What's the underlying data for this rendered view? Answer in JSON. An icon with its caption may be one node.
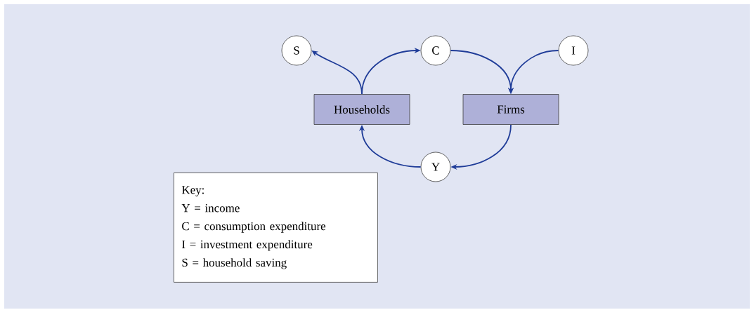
{
  "diagram": {
    "nodes": [
      {
        "text": [
          "S"
        ]
      },
      {
        "text": [
          "C"
        ]
      },
      {
        "text": [
          "I"
        ]
      },
      {
        "text": [
          "Households"
        ]
      },
      {
        "text": [
          "Firms"
        ]
      },
      {
        "text": [
          "Y"
        ]
      },
      {
        "text": [
          "Key:",
          "Y = income",
          "C = consumption expenditure",
          "I = investment expenditure",
          "S = household saving"
        ]
      }
    ],
    "edges": [
      {
        "from": 3,
        "to": 0,
        "arrow": "to"
      },
      {
        "from": 3,
        "to": 1,
        "arrow": "to"
      },
      {
        "from": 1,
        "to": 4,
        "arrow": "to"
      },
      {
        "from": 2,
        "to": 4,
        "arrow": "to"
      },
      {
        "from": 4,
        "to": 5,
        "arrow": "to"
      },
      {
        "from": 5,
        "to": 3,
        "arrow": "to"
      }
    ]
  }
}
